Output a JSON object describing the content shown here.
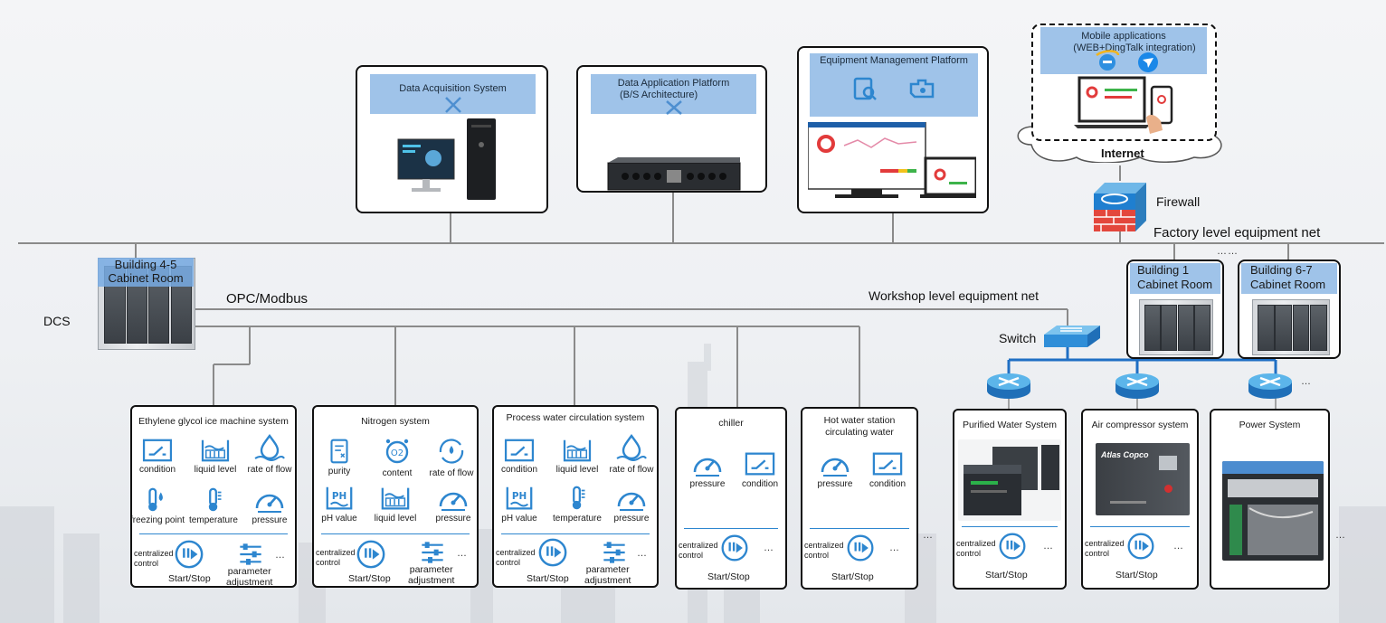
{
  "top": {
    "data_acquisition": {
      "title": "Data Acquisition System"
    },
    "data_application": {
      "title_line1": "Data Application Platform",
      "title_line2": "(B/S Architecture)"
    },
    "equipment_mgmt": {
      "title": "Equipment Management Platform"
    },
    "mobile": {
      "title_line1": "Mobile applications",
      "title_line2": "(WEB+DingTalk integration)",
      "cloud_label": "Internet"
    }
  },
  "network": {
    "firewall": "Firewall",
    "factory_net": "Factory level equipment net",
    "workshop_net": "Workshop level equipment net",
    "switch": "Switch",
    "opc": "OPC/Modbus",
    "dcs": "DCS",
    "cabinet_45_line1": "Building 4-5",
    "cabinet_45_line2": "Cabinet Room",
    "cabinet_1_line1": "Building 1",
    "cabinet_1_line2": "Cabinet Room",
    "cabinet_67_line1": "Building 6-7",
    "cabinet_67_line2": "Cabinet Room",
    "ellipsis": "……",
    "ellipsis_short": "…"
  },
  "common": {
    "centralized_line1": "centralized",
    "centralized_line2": "control",
    "start_stop": "Start/Stop",
    "param_line1": "parameter",
    "param_line2": "adjustment",
    "more": "…"
  },
  "systems": {
    "eg": {
      "title": "Ethylene glycol ice machine system",
      "items": [
        "condition",
        "liquid level",
        "rate of flow",
        "freezing point",
        "temperature",
        "pressure"
      ]
    },
    "n2": {
      "title": "Nitrogen system",
      "items": [
        "purity",
        "content",
        "rate of flow",
        "pH value",
        "liquid level",
        "pressure"
      ]
    },
    "pw": {
      "title": "Process water circulation system",
      "items": [
        "condition",
        "liquid level",
        "rate of flow",
        "pH value",
        "temperature",
        "pressure"
      ]
    },
    "ch": {
      "title": "chiller",
      "items": [
        "pressure",
        "condition"
      ]
    },
    "hw": {
      "title_line1": "Hot water station",
      "title_line2": "circulating water",
      "items": [
        "pressure",
        "condition"
      ]
    },
    "pu": {
      "title": "Purified Water System"
    },
    "ac": {
      "title": "Air compressor system",
      "brand": "Atlas Copco"
    },
    "ps": {
      "title": "Power System"
    }
  },
  "colors": {
    "accent": "#2d86cf",
    "band": "#9fc3e9",
    "line": "#8a8a8a",
    "blue_line": "#1f6fc4"
  }
}
